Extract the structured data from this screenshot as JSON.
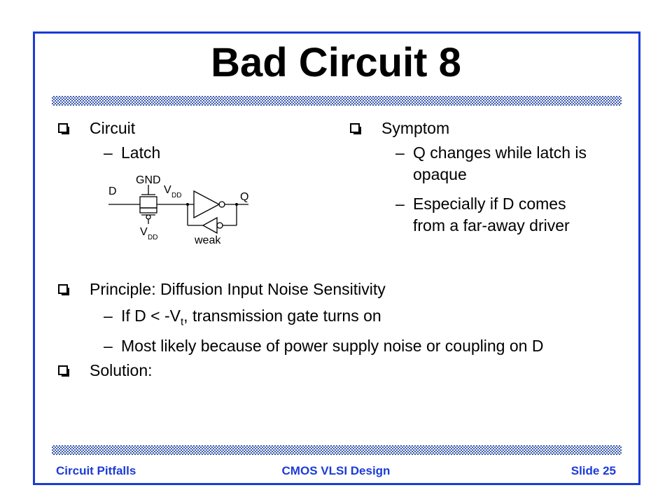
{
  "slide": {
    "title": "Bad Circuit 8",
    "left_col": {
      "heading": "Circuit",
      "sub": "Latch"
    },
    "right_col": {
      "heading": "Symptom",
      "items": [
        {
          "line1": "Q changes while latch is",
          "line2": "opaque"
        },
        {
          "line1": "Especially if D comes",
          "line2": "from a far-away driver"
        }
      ]
    },
    "principle": {
      "heading": "Principle: Diffusion Input Noise Sensitivity",
      "item1_pre": "If D < -V",
      "item1_sub": "t",
      "item1_post": ", transmission gate turns on",
      "item2": "Most likely because of power supply noise or coupling on D"
    },
    "solution": {
      "heading": "Solution:"
    },
    "circuit": {
      "label_d": "D",
      "label_gnd": "GND",
      "label_v": "V",
      "label_dd": "DD",
      "label_q": "Q",
      "label_weak": "weak"
    },
    "footer": {
      "left": "Circuit Pitfalls",
      "center": "CMOS VLSI Design",
      "right": "Slide 25"
    },
    "colors": {
      "frame": "#1c3bd6",
      "rule": "#3c5ab0",
      "footer_text": "#1c3bd6"
    },
    "icons": {
      "bullet": "checkbox-bullet-icon",
      "dash": "en-dash"
    }
  }
}
